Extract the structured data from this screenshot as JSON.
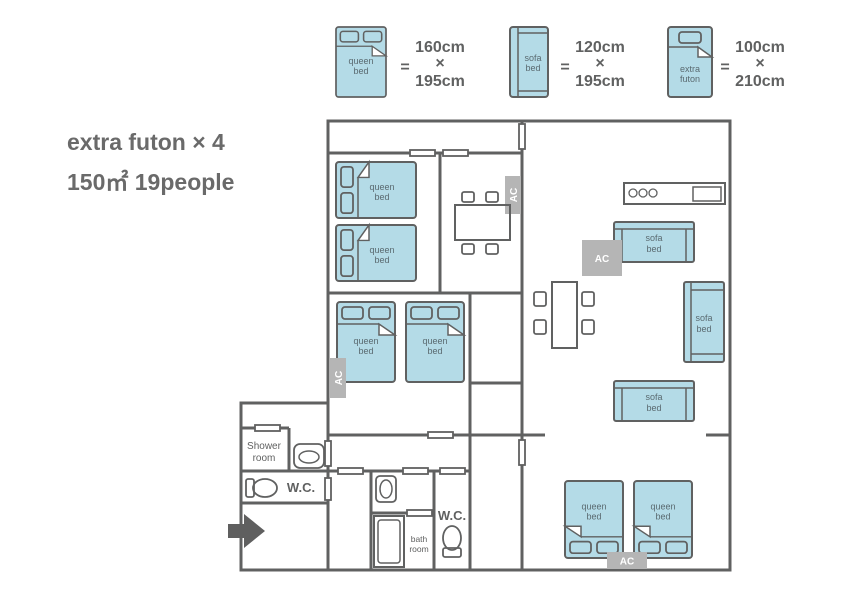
{
  "legend": [
    {
      "line1": "queen",
      "line2": "bed",
      "eq": "=",
      "dim1": "160cm",
      "x": "×",
      "dim2": "195cm"
    },
    {
      "line1": "sofa",
      "line2": "bed",
      "eq": "=",
      "dim1": "120cm",
      "x": "×",
      "dim2": "195cm"
    },
    {
      "line1": "extra",
      "line2": "futon",
      "eq": "=",
      "dim1": "100cm",
      "x": "×",
      "dim2": "210cm"
    }
  ],
  "summary": {
    "futon": "extra futon × 4",
    "size": "150㎡  19people"
  },
  "labels": {
    "queen1": "queen",
    "queen2": "bed",
    "sofa1": "sofa",
    "sofa2": "bed",
    "ac": "AC",
    "shower1": "Shower",
    "shower2": "room",
    "wc": "W.C.",
    "bath1": "bath",
    "bath2": "room"
  },
  "colors": {
    "wall": "#606161",
    "bed": "#b4dbe7",
    "ac": "#b5b5b5"
  }
}
